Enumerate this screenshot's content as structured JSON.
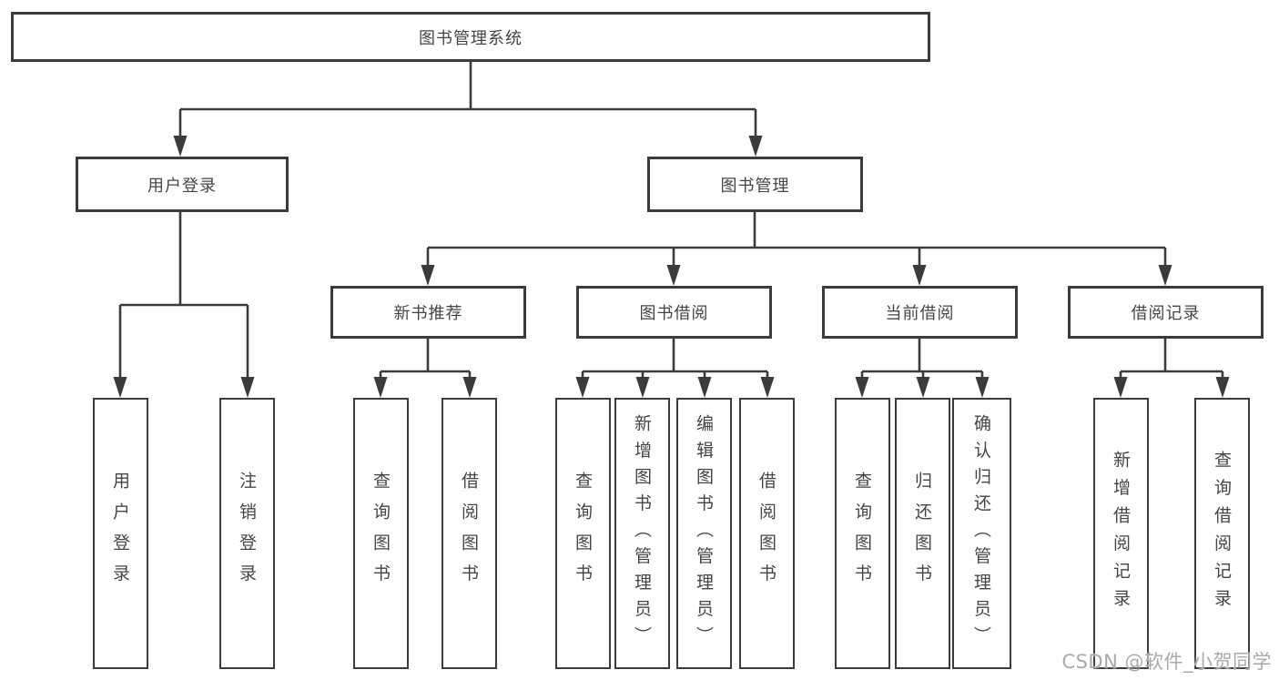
{
  "tree": {
    "root": "图书管理系统",
    "branches": [
      {
        "label": "用户登录",
        "children": [
          "用户登录",
          "注销登录"
        ]
      },
      {
        "label": "图书管理",
        "groups": [
          {
            "label": "新书推荐",
            "children": [
              "查询图书",
              "借阅图书"
            ]
          },
          {
            "label": "图书借阅",
            "children": [
              "查询图书",
              "新增图书（管理员）",
              "编辑图书（管理员）",
              "借阅图书"
            ]
          },
          {
            "label": "当前借阅",
            "children": [
              "查询图书",
              "归还图书",
              "确认归还（管理员）"
            ]
          },
          {
            "label": "借阅记录",
            "children": [
              "新增借阅记录",
              "查询借阅记录"
            ]
          }
        ]
      }
    ]
  },
  "watermark": {
    "text": "CSDN @软件_小贺同学"
  },
  "colors": {
    "line": "#3b3b3b",
    "box_border": "#3b3b3b",
    "text": "#454545",
    "background": "#ffffff",
    "watermark": "#a9a9a9"
  }
}
